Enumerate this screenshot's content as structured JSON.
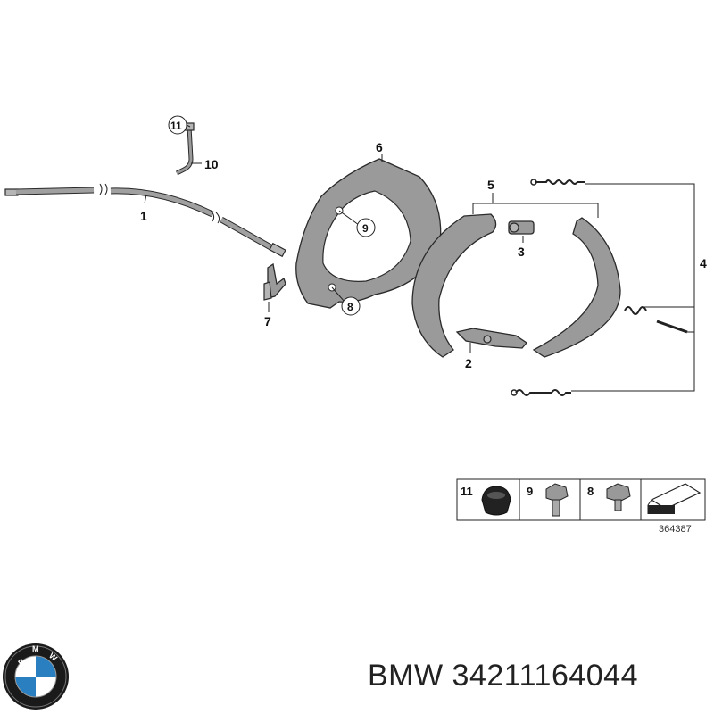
{
  "callouts": {
    "c1": "1",
    "c2": "2",
    "c3": "3",
    "c4": "4",
    "c5": "5",
    "c6": "6",
    "c7": "7",
    "c8": "8",
    "c9": "9",
    "c10": "10",
    "c11": "11"
  },
  "parts_key": {
    "items": [
      {
        "number": "11",
        "icon": "rubber-grommet-icon"
      },
      {
        "number": "9",
        "icon": "hex-bolt-icon"
      },
      {
        "number": "8",
        "icon": "hex-bolt-short-icon"
      },
      {
        "number": "",
        "icon": "parts-set-arrow-icon"
      }
    ]
  },
  "diagram_number": "364387",
  "brand": {
    "logo_text": "BMW",
    "caption": "BMW 34211164044",
    "colors": {
      "ring": "#1a1a1a",
      "blue": "#2a7fc1",
      "white": "#ffffff"
    }
  }
}
